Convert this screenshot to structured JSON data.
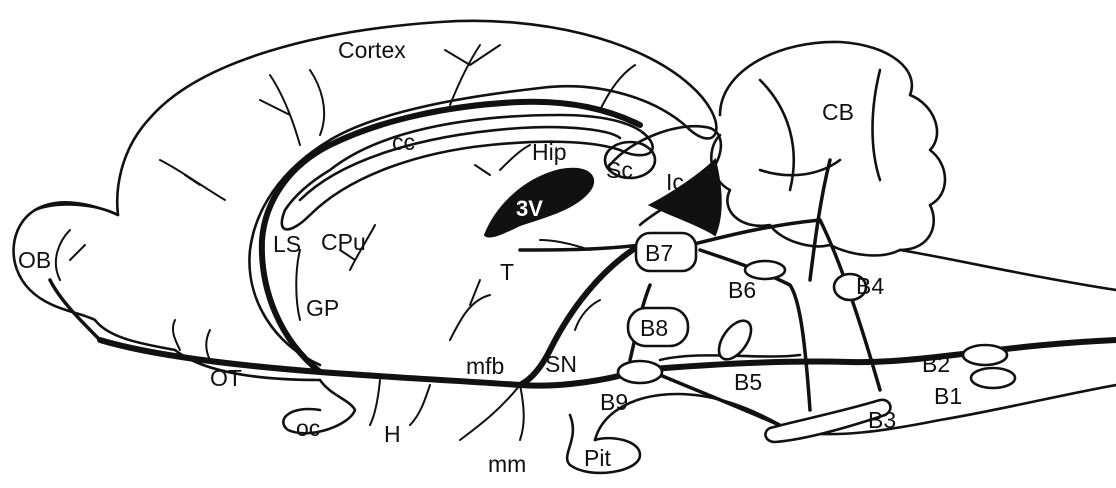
{
  "labels": {
    "cortex": "Cortex",
    "cb": "CB",
    "cc": "cc",
    "hip": "Hip",
    "sc": "Sc",
    "ic": "Ic",
    "third_ventricle": "3V",
    "ob": "OB",
    "ls": "LS",
    "cpu": "CPu",
    "b7": "B7",
    "t": "T",
    "b6": "B6",
    "b4": "B4",
    "gp": "GP",
    "b8": "B8",
    "sn": "SN",
    "mfb": "mfb",
    "ot": "OT",
    "b5": "B5",
    "b2": "B2",
    "b1": "B1",
    "b9": "B9",
    "oc": "oc",
    "h": "H",
    "b3": "B3",
    "mm": "mm",
    "pit": "Pit"
  }
}
